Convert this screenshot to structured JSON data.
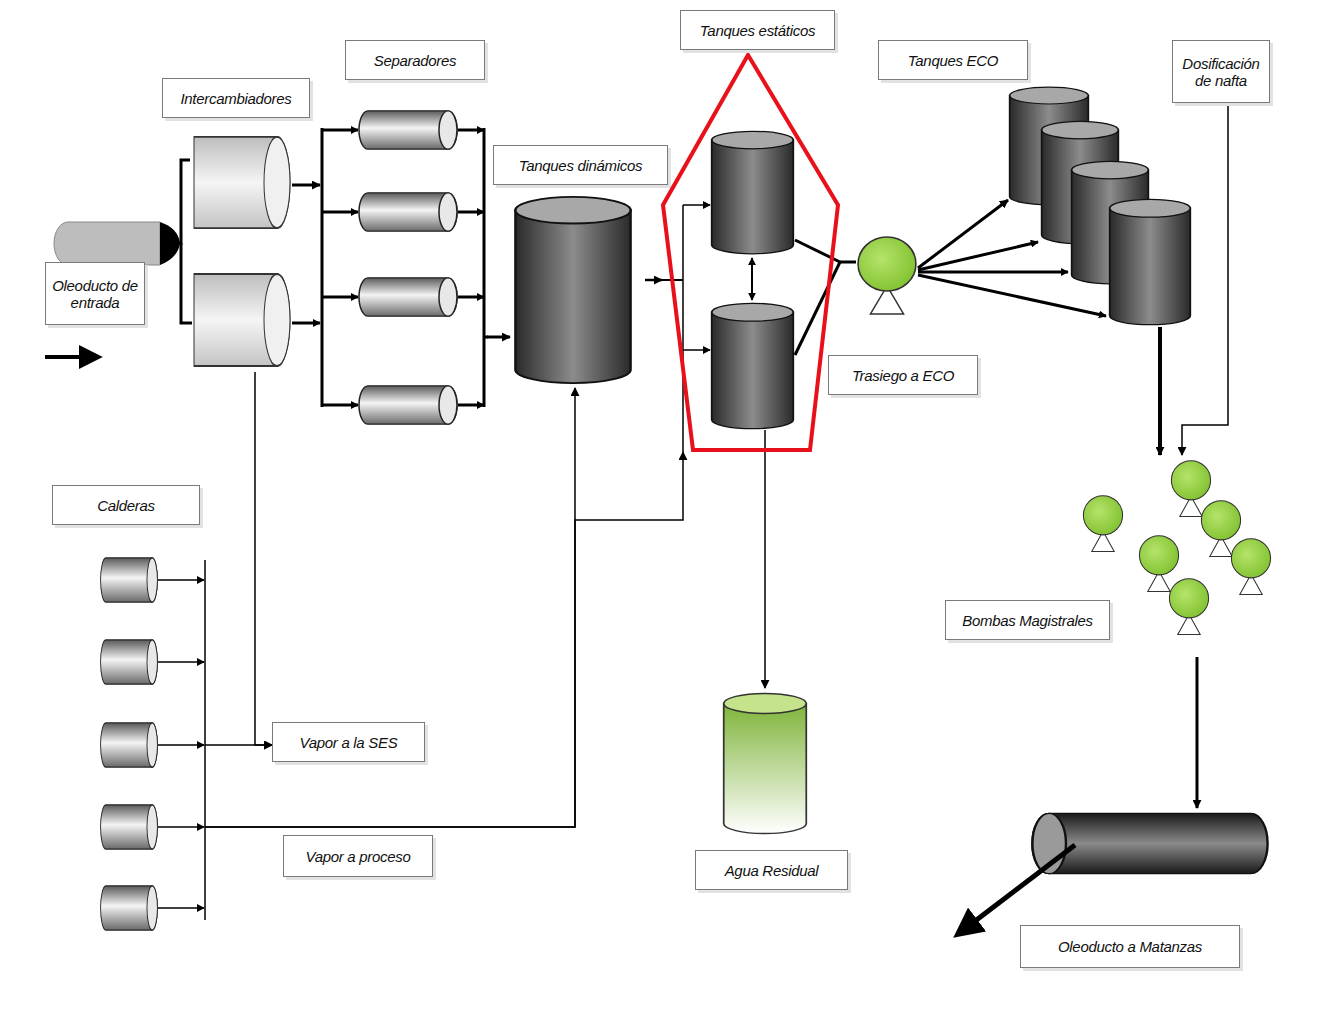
{
  "diagram": {
    "nodes": [
      {
        "text": [
          "Oleoducto de entrada"
        ]
      },
      {
        "text": [
          "Intercambiadores"
        ]
      },
      {
        "text": [
          "Separadores"
        ]
      },
      {
        "text": [
          "Tanques dinámicos"
        ]
      },
      {
        "text": [
          "Tanques estáticos"
        ]
      },
      {
        "text": [
          "Trasiego a ECO"
        ]
      },
      {
        "text": [
          "Tanques ECO"
        ]
      },
      {
        "text": [
          "Dosificación de nafta"
        ]
      },
      {
        "text": [
          "Bombas Magistrales"
        ]
      },
      {
        "text": [
          "Calderas"
        ]
      },
      {
        "text": [
          "Vapor a la SES"
        ]
      },
      {
        "text": [
          "Vapor a proceso"
        ]
      },
      {
        "text": [
          "Agua Residual"
        ]
      },
      {
        "text": [
          "Oleoducto a Matanzas"
        ]
      }
    ],
    "edges": [
      {
        "from": 0,
        "to": 1,
        "arrow": "none"
      },
      {
        "from": 1,
        "to": 2,
        "arrow": "to"
      },
      {
        "from": 2,
        "to": 3,
        "arrow": "to"
      },
      {
        "from": 3,
        "to": 4,
        "arrow": "to"
      },
      {
        "from": 4,
        "to": 5,
        "arrow": "none"
      },
      {
        "from": 5,
        "to": 6,
        "arrow": "to"
      },
      {
        "from": 6,
        "to": 8,
        "arrow": "to"
      },
      {
        "from": 7,
        "to": 8,
        "arrow": "to"
      },
      {
        "from": 8,
        "to": 13,
        "arrow": "to"
      },
      {
        "from": 4,
        "to": 12,
        "arrow": "to"
      },
      {
        "from": 9,
        "to": 10,
        "arrow": "to"
      },
      {
        "from": 1,
        "to": 10,
        "arrow": "to"
      },
      {
        "from": 9,
        "to": 3,
        "arrow": "to"
      },
      {
        "from": 9,
        "to": 4,
        "arrow": "to"
      }
    ]
  }
}
